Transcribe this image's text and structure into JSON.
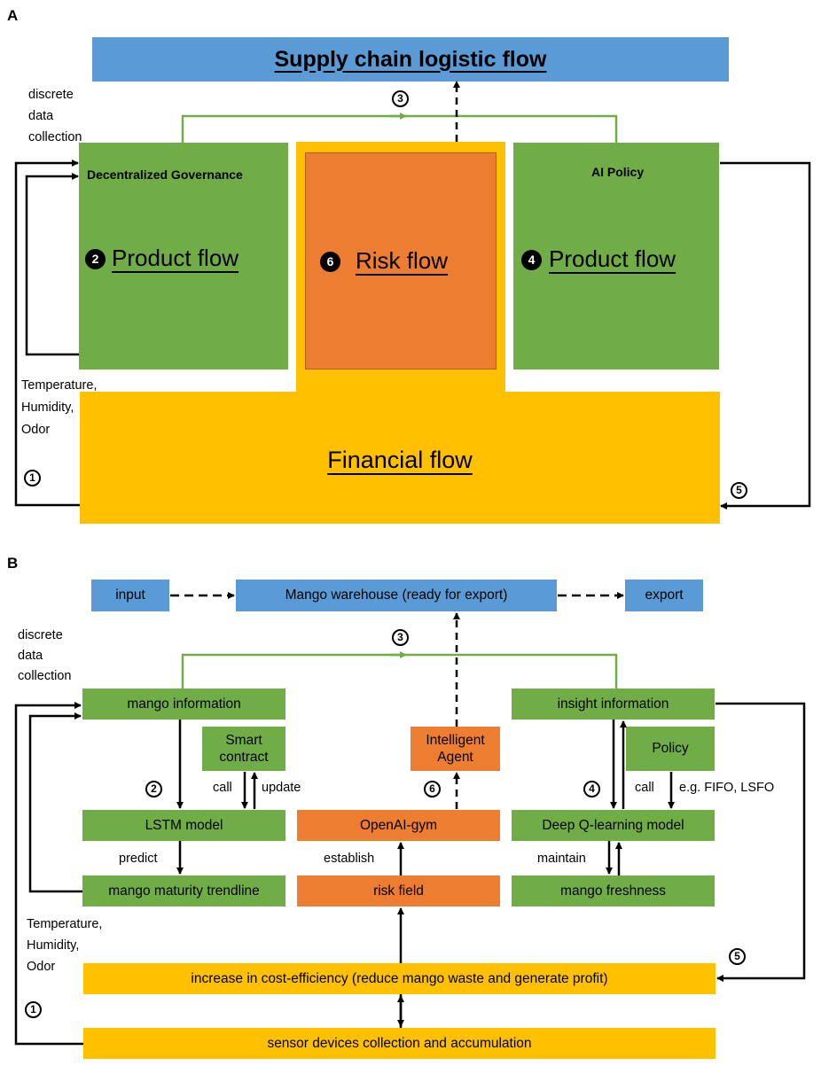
{
  "panel_a": {
    "letter": "A",
    "top_bar": "Supply chain logistic flow",
    "discrete": [
      "discrete",
      "data",
      "collection"
    ],
    "left_box": {
      "header": "Decentralized Governance",
      "num": "2",
      "title": "Product flow"
    },
    "middle_box": {
      "num": "6",
      "title": "Risk flow"
    },
    "right_box": {
      "header": "AI Policy",
      "num": "4",
      "title": "Product flow"
    },
    "sensors": [
      "Temperature,",
      "Humidity,",
      "Odor"
    ],
    "financial": "Financial flow",
    "n1": "1",
    "n3": "3",
    "n5": "5"
  },
  "panel_b": {
    "letter": "B",
    "input": "input",
    "warehouse": "Mango warehouse (ready for export)",
    "export": "export",
    "discrete": [
      "discrete",
      "data",
      "collection"
    ],
    "mango_info": "mango information",
    "smart_contract": [
      "Smart",
      "contract"
    ],
    "call_left": "call",
    "update": "update",
    "lstm": "LSTM model",
    "predict": "predict",
    "trendline": "mango maturity trendline",
    "intelligent_agent": [
      "Intelligent",
      "Agent"
    ],
    "openai": "OpenAI-gym",
    "establish": "establish",
    "risk_field": "risk field",
    "insight": "insight information",
    "policy": "Policy",
    "call_right": "call",
    "fifo": "e.g. FIFO, LSFO",
    "dqn": "Deep Q-learning model",
    "maintain": "maintain",
    "freshness": "mango freshness",
    "sensors": [
      "Temperature,",
      "Humidity,",
      "Odor"
    ],
    "cost": "increase in cost-efficiency (reduce mango waste and generate profit)",
    "sensor_devices": "sensor devices collection and accumulation",
    "n1": "1",
    "n2": "2",
    "n3": "3",
    "n4": "4",
    "n5": "5",
    "n6": "6"
  },
  "colors": {
    "blue": "#5b9bd5",
    "green": "#70ad47",
    "orange": "#ed7d31",
    "yellow": "#ffc000",
    "green_line": "#70ad47"
  }
}
